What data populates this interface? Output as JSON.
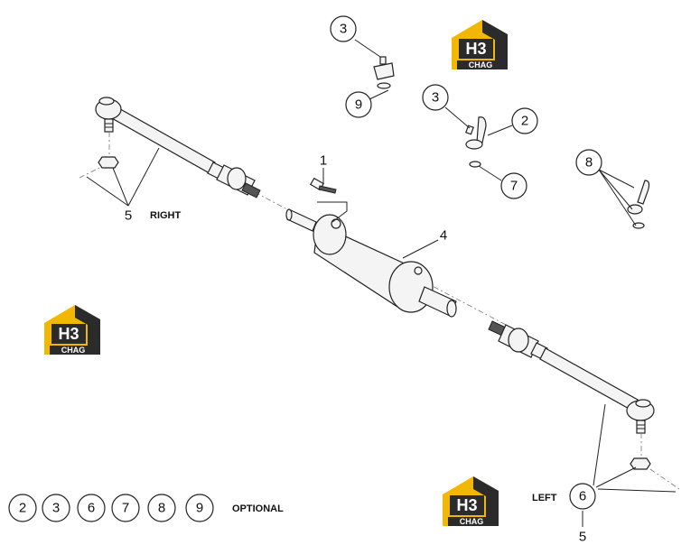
{
  "labels": {
    "right": "RIGHT",
    "left": "LEFT",
    "optional": "OPTIONAL"
  },
  "callouts": {
    "c1": "1",
    "c2": "2",
    "c3a": "3",
    "c3b": "3",
    "c4": "4",
    "c5a": "5",
    "c5b": "5",
    "c6": "6",
    "c7": "7",
    "c8": "8",
    "c9": "9"
  },
  "optional_parts": [
    "2",
    "3",
    "6",
    "7",
    "8",
    "9"
  ],
  "logo": {
    "mark": "H3",
    "brand": "CHAG",
    "accent_color": "#F2B705",
    "dark_color": "#2b2b2b"
  }
}
